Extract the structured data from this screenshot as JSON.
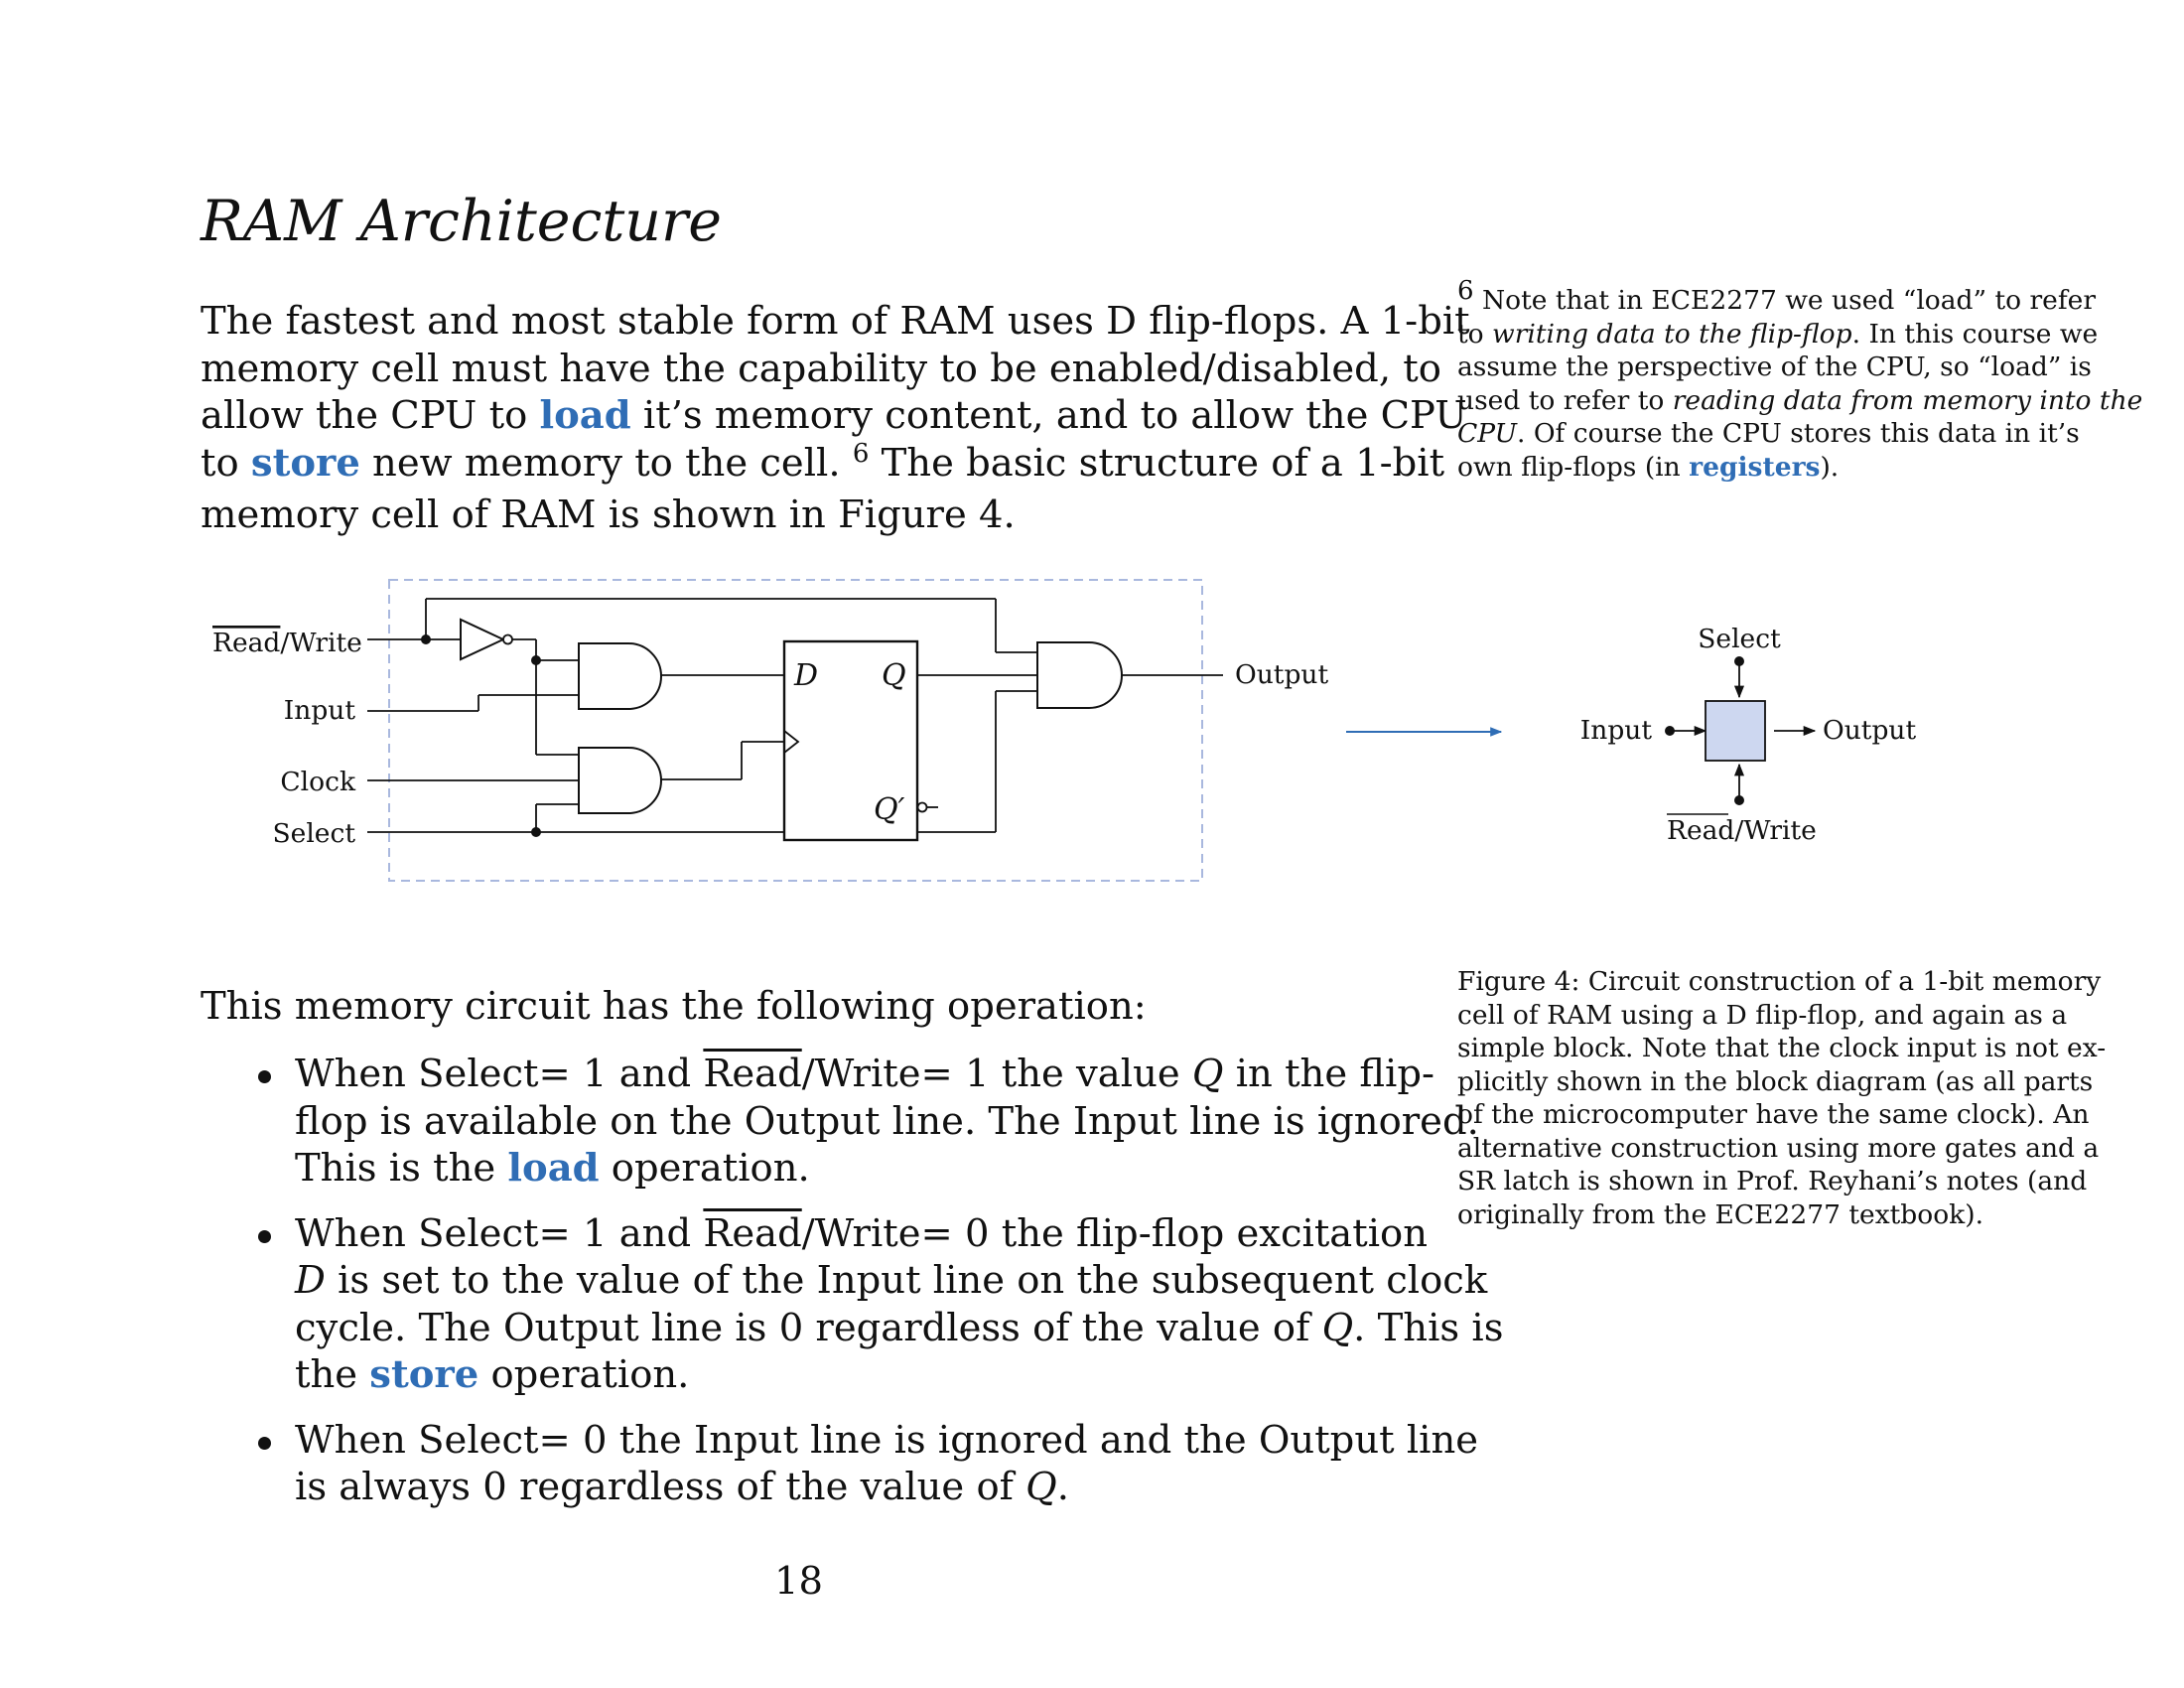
{
  "section_title": "RAM Architecture",
  "intro": {
    "l1": "The fastest and most stable form of RAM uses D flip-flops. A 1-bit",
    "l2": "memory cell must have the capability to be enabled/disabled, to",
    "l3a": "allow the CPU to ",
    "l3_kw": "load",
    "l3b": " it’s memory content, and to allow the CPU",
    "l4a": "to ",
    "l4_kw": "store",
    "l4b": " new memory to the cell. ",
    "l4_fn": "6",
    "l4c": " The basic structure of a 1-bit",
    "l5": "memory cell of RAM is shown in Figure 4."
  },
  "footnote": {
    "mark": "6",
    "l1": " Note that in ECE2277 we used “load” to refer",
    "l2a": "to ",
    "l2_it": "writing data to the flip-flop",
    "l2b": ". In this course we",
    "l3": "assume the perspective of the CPU, so “load” is",
    "l4a": "used to refer to ",
    "l4_it": "reading data from memory into the",
    "l5_it": "CPU",
    "l5b": ". Of course the CPU stores this data in it’s",
    "l6a": "own flip-flops (in ",
    "l6_kw": "registers",
    "l6b": ")."
  },
  "circuit": {
    "label_read": "Read",
    "label_write": "/Write",
    "label_input": "Input",
    "label_clock": "Clock",
    "label_select": "Select",
    "label_output": "Output",
    "ff_d": "D",
    "ff_q": "Q",
    "ff_qprime": "Q′"
  },
  "block": {
    "label_select": "Select",
    "label_input": "Input",
    "label_output": "Output",
    "label_read": "Read",
    "label_write": "/Write"
  },
  "caption": {
    "l1": "Figure 4: Circuit construction of a 1-bit memory",
    "l2": "cell of RAM using a D flip-flop, and again as a",
    "l3": "simple block. Note that the clock input is not ex-",
    "l4": "plicitly shown in the block diagram (as all parts",
    "l5": "of the microcomputer have the same clock). An",
    "l6": "alternative construction using more gates and a",
    "l7": "SR latch is shown in Prof. Reyhani’s notes (and",
    "l8": "originally from the ECE2277 textbook)."
  },
  "operation_intro": "This memory circuit has the following operation:",
  "bullets": {
    "b1": {
      "a": "When Select= ",
      "v1": "1",
      "b": " and ",
      "read": "Read",
      "c": "/Write= ",
      "v2": "1",
      "d": " the value ",
      "q": "Q",
      "e": " in the flip-",
      "l2": "flop is available on the Output line. The Input line is ignored.",
      "l3a": "This is the ",
      "l3_kw": "load",
      "l3b": " operation."
    },
    "b2": {
      "a": "When Select= ",
      "v1": "1",
      "b": " and ",
      "read": "Read",
      "c": "/Write= ",
      "v2": "0",
      "d": " the flip-flop excitation",
      "l2_d": "D",
      "l2b": " is set to the value of the Input line on the subsequent clock",
      "l3a": "cycle. The Output line is ",
      "l3_v": "0",
      "l3b": " regardless of the value of ",
      "l3_q": "Q",
      "l3c": ". This is",
      "l4a": "the ",
      "l4_kw": "store",
      "l4b": " operation."
    },
    "b3": {
      "a": "When Select= ",
      "v1": "0",
      "b": " the Input line is ignored and the Output line",
      "l2a": "is always ",
      "l2_v": "0",
      "l2b": " regardless of the value of ",
      "l2_q": "Q",
      "l2c": "."
    }
  },
  "page_number": "18",
  "colors": {
    "link_blue": "#2f6db5",
    "block_fill": "#cdd7f0",
    "frame_dash": "#a9b8de",
    "arrow_blue": "#2f6db5"
  }
}
